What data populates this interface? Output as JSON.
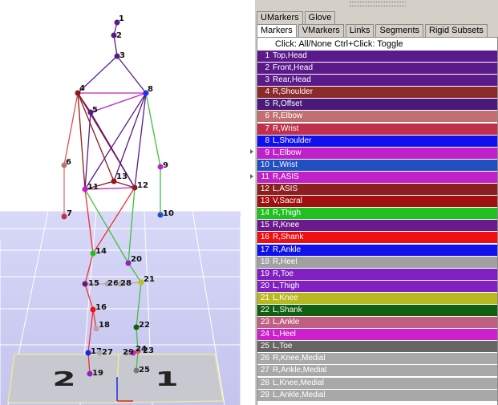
{
  "viewport": {
    "plates": [
      "2",
      "1"
    ],
    "markers": [
      {
        "id": "1",
        "color": "#5a1a8a"
      },
      {
        "id": "2",
        "color": "#5a1a8a"
      },
      {
        "id": "3",
        "color": "#5a1a8a"
      },
      {
        "id": "4",
        "color": "#8b1a1a"
      },
      {
        "id": "5",
        "color": "#5a1a8a"
      },
      {
        "id": "6",
        "color": "#c07070"
      },
      {
        "id": "7",
        "color": "#c0304a"
      },
      {
        "id": "8",
        "color": "#2030ee"
      },
      {
        "id": "9",
        "color": "#c020c8"
      },
      {
        "id": "10",
        "color": "#2050c0"
      },
      {
        "id": "11",
        "color": "#c020c8"
      },
      {
        "id": "12",
        "color": "#8b2020"
      },
      {
        "id": "13",
        "color": "#a01010"
      },
      {
        "id": "14",
        "color": "#20c020"
      },
      {
        "id": "15",
        "color": "#6a1a7a"
      },
      {
        "id": "16",
        "color": "#ee1010"
      },
      {
        "id": "17",
        "color": "#2020ee"
      },
      {
        "id": "18",
        "color": "#c0a0a0"
      },
      {
        "id": "19",
        "color": "#9020c0"
      },
      {
        "id": "20",
        "color": "#9020c0"
      },
      {
        "id": "21",
        "color": "#c0c020"
      },
      {
        "id": "22",
        "color": "#106010"
      },
      {
        "id": "23",
        "color": "#c06080"
      },
      {
        "id": "24",
        "color": "#cc20cc"
      },
      {
        "id": "25",
        "color": "#777777"
      },
      {
        "id": "26",
        "color": "#aaaaaa"
      },
      {
        "id": "27",
        "color": "#aaaaaa"
      },
      {
        "id": "28",
        "color": "#aaaaaa"
      },
      {
        "id": "29",
        "color": "#aaaaaa"
      }
    ]
  },
  "panel": {
    "tabs_top": [
      "UMarkers",
      "Glove"
    ],
    "tabs_main": [
      "Markers",
      "VMarkers",
      "Links",
      "Segments",
      "Rigid Subsets"
    ],
    "active_tab": "Markers",
    "hint": "Click: All/None  Ctrl+Click: Toggle",
    "markers": [
      {
        "num": "1",
        "label": "Top,Head",
        "color": "#5a1a8a"
      },
      {
        "num": "2",
        "label": "Front,Head",
        "color": "#5a1a8a"
      },
      {
        "num": "3",
        "label": "Rear,Head",
        "color": "#5a1a8a"
      },
      {
        "num": "4",
        "label": "R,Shoulder",
        "color": "#8b2a2a"
      },
      {
        "num": "5",
        "label": "R,Offset",
        "color": "#4a1a7a"
      },
      {
        "num": "6",
        "label": "R,Elbow",
        "color": "#c07070"
      },
      {
        "num": "7",
        "label": "R,Wrist",
        "color": "#c0304a"
      },
      {
        "num": "8",
        "label": "L,Shoulder",
        "color": "#1010ee"
      },
      {
        "num": "9",
        "label": "L,Elbow",
        "color": "#c020c8"
      },
      {
        "num": "10",
        "label": "L,Wrist",
        "color": "#2050c0"
      },
      {
        "num": "11",
        "label": "R,ASIS",
        "color": "#c020c8"
      },
      {
        "num": "12",
        "label": "L,ASIS",
        "color": "#8b2020"
      },
      {
        "num": "13",
        "label": "V,Sacral",
        "color": "#a01010"
      },
      {
        "num": "14",
        "label": "R,Thigh",
        "color": "#20c020"
      },
      {
        "num": "15",
        "label": "R,Knee",
        "color": "#6a1a8a"
      },
      {
        "num": "16",
        "label": "R,Shank",
        "color": "#ee1010"
      },
      {
        "num": "17",
        "label": "R,Ankle",
        "color": "#1010ee"
      },
      {
        "num": "18",
        "label": "R,Heel",
        "color": "#a0a0a0"
      },
      {
        "num": "19",
        "label": "R,Toe",
        "color": "#8020c0"
      },
      {
        "num": "20",
        "label": "L,Thigh",
        "color": "#8020c0"
      },
      {
        "num": "21",
        "label": "L,Knee",
        "color": "#b8b820"
      },
      {
        "num": "22",
        "label": "L,Shank",
        "color": "#106010"
      },
      {
        "num": "23",
        "label": "L,Ankle",
        "color": "#c06080"
      },
      {
        "num": "24",
        "label": "L,Heel",
        "color": "#cc20cc"
      },
      {
        "num": "25",
        "label": "L,Toe",
        "color": "#666666"
      },
      {
        "num": "26",
        "label": "R,Knee,Medial",
        "color": "#a8a8a8"
      },
      {
        "num": "27",
        "label": "R,Ankle,Medial",
        "color": "#a8a8a8"
      },
      {
        "num": "28",
        "label": "L,Knee,Medial",
        "color": "#a8a8a8"
      },
      {
        "num": "29",
        "label": "L,Ankle,Medial",
        "color": "#a8a8a8"
      }
    ]
  }
}
